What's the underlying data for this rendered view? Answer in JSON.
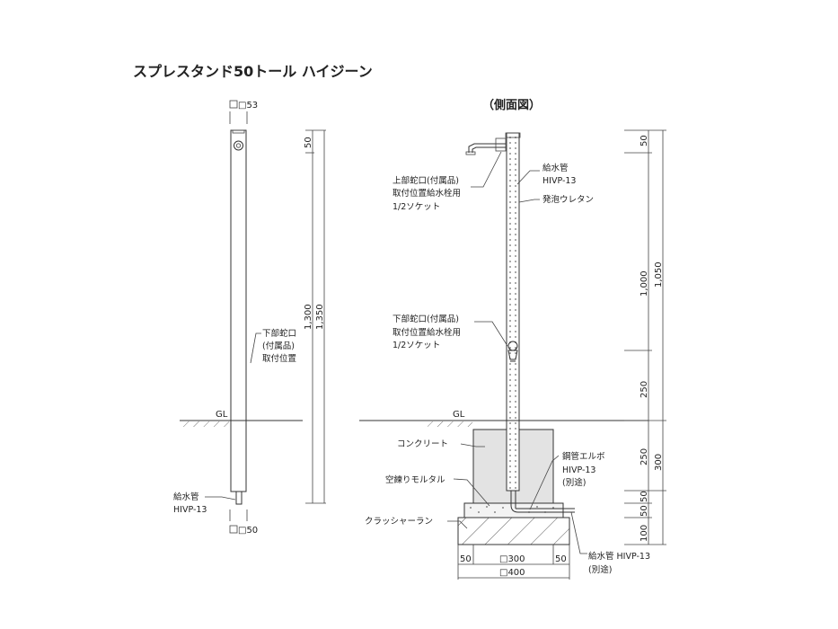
{
  "title": "スプレスタンド50トール ハイジーン",
  "side_view_title": "（側面図）",
  "front": {
    "top_size": "□53",
    "bottom_size": "□50",
    "gl": "GL",
    "dim_50": "50",
    "dim_1300": "1,300",
    "dim_1350": "1,350",
    "faucet_lines": [
      "下部蛇口",
      "(付属品)",
      "取付位置"
    ],
    "pipe_lines": [
      "給水管",
      "HIVP-13"
    ]
  },
  "side": {
    "gl": "GL",
    "upper_faucet_lines": [
      "上部蛇口(付属品)",
      "取付位置給水栓用",
      "1/2ソケット"
    ],
    "lower_faucet_lines": [
      "下部蛇口(付属品)",
      "取付位置給水栓用",
      "1/2ソケット"
    ],
    "supply_lines": [
      "給水管",
      "HIVP-13"
    ],
    "foam": "発泡ウレタン",
    "concrete": "コンクリート",
    "mortar": "空練りモルタル",
    "crusher": "クラッシャーラン",
    "elbow_lines": [
      "鋼管エルボ",
      "HIVP-13",
      "(別途)"
    ],
    "bottom_pipe_lines": [
      "給水管 HIVP-13",
      "(別途)"
    ],
    "dims_right_inner": [
      "50",
      "1,000",
      "250",
      "250",
      "50",
      "50",
      "100"
    ],
    "dims_right_outer": [
      "1,050",
      "300"
    ],
    "dim_left50": "50",
    "dim_300": "□300",
    "dim_right50": "50",
    "dim_400": "□400"
  }
}
